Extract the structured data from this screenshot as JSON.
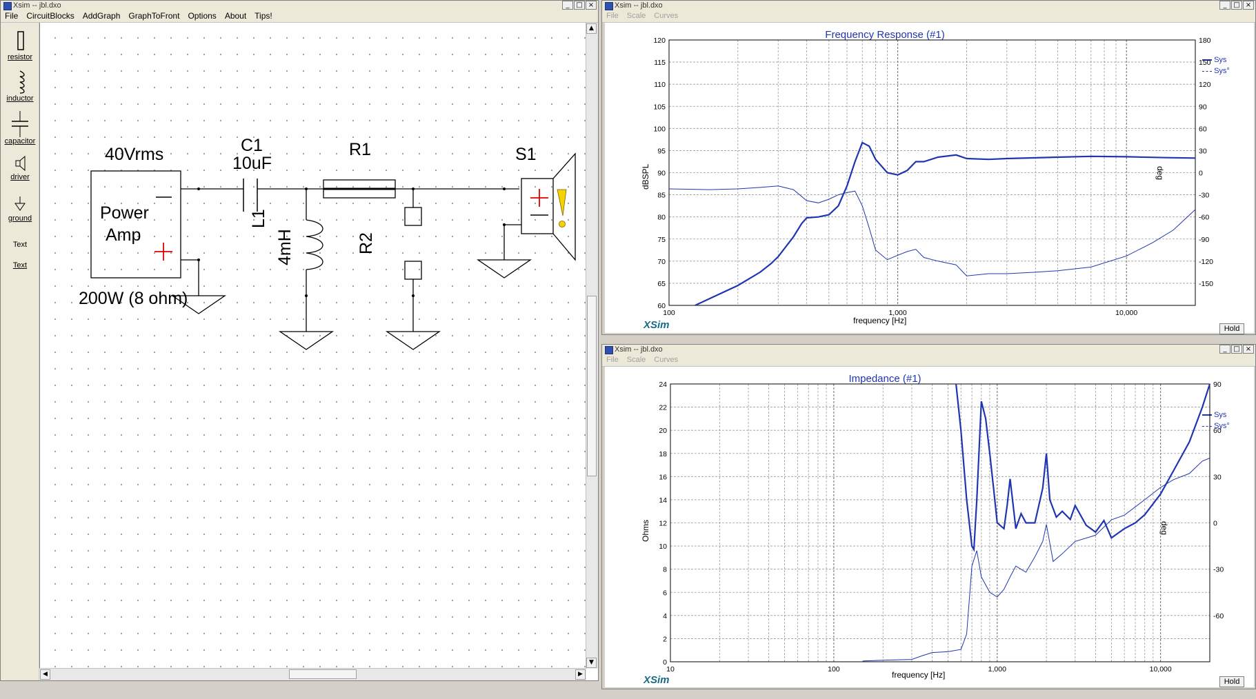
{
  "schematic": {
    "title": "Xsim -- jbl.dxo",
    "menu": [
      "File",
      "CircuitBlocks",
      "AddGraph",
      "GraphToFront",
      "Options",
      "About",
      "Tips!"
    ],
    "tools": [
      "resistor",
      "inductor",
      "capacitor",
      "driver",
      "ground",
      "Text",
      "Text"
    ],
    "labels": {
      "source": "40Vrms",
      "amp_line1": "Power",
      "amp_line2": "Amp",
      "amp_rating": "200W (8 ohm)",
      "c1_name": "C1",
      "c1_value": "10uF",
      "r1_name": "R1",
      "l1_name": "L1",
      "l1_value": "4mH",
      "r2_name": "R2",
      "s1_name": "S1"
    }
  },
  "freq_window": {
    "title": "Xsim -- jbl.dxo",
    "menu": [
      "File",
      "Scale",
      "Curves"
    ],
    "hold": "Hold",
    "brand": "XSim"
  },
  "imp_window": {
    "title": "Xsim -- jbl.dxo",
    "menu": [
      "File",
      "Scale",
      "Curves"
    ],
    "hold": "Hold",
    "brand": "XSim"
  },
  "chart_data": [
    {
      "type": "line",
      "title": "Frequency Response (#1)",
      "xlabel": "frequency [Hz]",
      "ylabel": "dBSPL",
      "y2label": "deg",
      "xscale": "log",
      "xlim": [
        100,
        20000
      ],
      "ylim": [
        60,
        120
      ],
      "y2lim": [
        -180,
        180
      ],
      "x_ticks": [
        "100",
        "1,000",
        "10,000"
      ],
      "y_ticks": [
        60,
        65,
        70,
        75,
        80,
        85,
        90,
        95,
        100,
        105,
        110,
        115,
        120
      ],
      "y2_ticks": [
        -150,
        -120,
        -90,
        -60,
        -30,
        0,
        30,
        60,
        90,
        120,
        150,
        180
      ],
      "legend": [
        "Sys",
        "Sys°"
      ],
      "legend_position": "top-right",
      "grid": true,
      "series": [
        {
          "name": "Sys",
          "axis": "left",
          "style": "solid-thick",
          "x": [
            130,
            150,
            200,
            250,
            280,
            300,
            350,
            380,
            400,
            450,
            500,
            550,
            600,
            650,
            700,
            750,
            800,
            900,
            1000,
            1100,
            1200,
            1300,
            1500,
            1800,
            2000,
            2500,
            3000,
            5000,
            7000,
            10000,
            15000,
            20000
          ],
          "y": [
            60,
            61.5,
            64.5,
            67.5,
            69.5,
            71,
            75.5,
            78.5,
            79.8,
            80,
            80.5,
            82.5,
            87,
            92.5,
            96.8,
            96,
            93,
            90,
            89.5,
            90.5,
            92.5,
            92.5,
            93.5,
            94,
            93.2,
            93,
            93.2,
            93.5,
            93.7,
            93.6,
            93.4,
            93.3
          ]
        },
        {
          "name": "Sys°",
          "axis": "right",
          "style": "thin",
          "x": [
            100,
            150,
            200,
            250,
            300,
            350,
            400,
            450,
            500,
            550,
            600,
            650,
            700,
            750,
            800,
            900,
            1000,
            1100,
            1200,
            1300,
            1500,
            1800,
            2000,
            2500,
            3000,
            4000,
            5000,
            7000,
            10000,
            13000,
            16000,
            20000
          ],
          "y": [
            -22,
            -23,
            -22,
            -20,
            -18,
            -23,
            -38,
            -41,
            -36,
            -30,
            -27,
            -25,
            -45,
            -75,
            -105,
            -118,
            -112,
            -107,
            -104,
            -115,
            -120,
            -125,
            -140,
            -137,
            -137,
            -135,
            -133,
            -128,
            -113,
            -95,
            -78,
            -50
          ]
        }
      ]
    },
    {
      "type": "line",
      "title": "Impedance (#1)",
      "xlabel": "frequency [Hz]",
      "ylabel": "Ohms",
      "y2label": "deg",
      "xscale": "log",
      "xlim": [
        10,
        20000
      ],
      "ylim": [
        0,
        24
      ],
      "y2lim": [
        -90,
        90
      ],
      "x_ticks": [
        "10",
        "100",
        "1,000",
        "10,000"
      ],
      "y_ticks": [
        0,
        2,
        4,
        6,
        8,
        10,
        12,
        14,
        16,
        18,
        20,
        22,
        24
      ],
      "y2_ticks": [
        -60,
        -30,
        0,
        30,
        60,
        90
      ],
      "legend": [
        "Sys",
        "Sys°"
      ],
      "legend_position": "top-right",
      "grid": true,
      "series": [
        {
          "name": "Sys",
          "axis": "left",
          "style": "solid-thick",
          "x": [
            560,
            600,
            650,
            700,
            720,
            750,
            800,
            850,
            900,
            950,
            1000,
            1100,
            1150,
            1200,
            1300,
            1400,
            1500,
            1700,
            1900,
            2000,
            2100,
            2300,
            2500,
            2800,
            3000,
            3500,
            4000,
            4500,
            5000,
            6000,
            7000,
            8000,
            10000,
            12000,
            15000,
            18000,
            20000
          ],
          "y": [
            24,
            20,
            14,
            10,
            9.7,
            14,
            22.5,
            21,
            18,
            15,
            12,
            11.5,
            13.5,
            15.8,
            11.5,
            12.8,
            12,
            12,
            15,
            18,
            14,
            12.5,
            13,
            12.3,
            13.5,
            11.8,
            11.2,
            12.2,
            10.7,
            11.5,
            12,
            12.7,
            14.5,
            16.5,
            19,
            22,
            24
          ]
        },
        {
          "name": "Sys°",
          "axis": "right",
          "style": "thin",
          "x": [
            150,
            200,
            300,
            350,
            400,
            500,
            600,
            650,
            700,
            750,
            800,
            900,
            1000,
            1100,
            1200,
            1300,
            1500,
            1700,
            1900,
            2000,
            2200,
            2500,
            3000,
            4000,
            5000,
            6000,
            8000,
            10000,
            12000,
            15000,
            18000,
            20000
          ],
          "y": [
            -89.5,
            -89,
            -88.5,
            -86,
            -84,
            -83.5,
            -82,
            -72,
            -28,
            -18,
            -35,
            -45,
            -48,
            -43,
            -35,
            -28,
            -32,
            -22,
            -12,
            -1,
            -25,
            -20,
            -12,
            -8,
            2,
            5,
            15,
            23,
            28,
            32,
            40,
            42
          ]
        }
      ]
    }
  ]
}
